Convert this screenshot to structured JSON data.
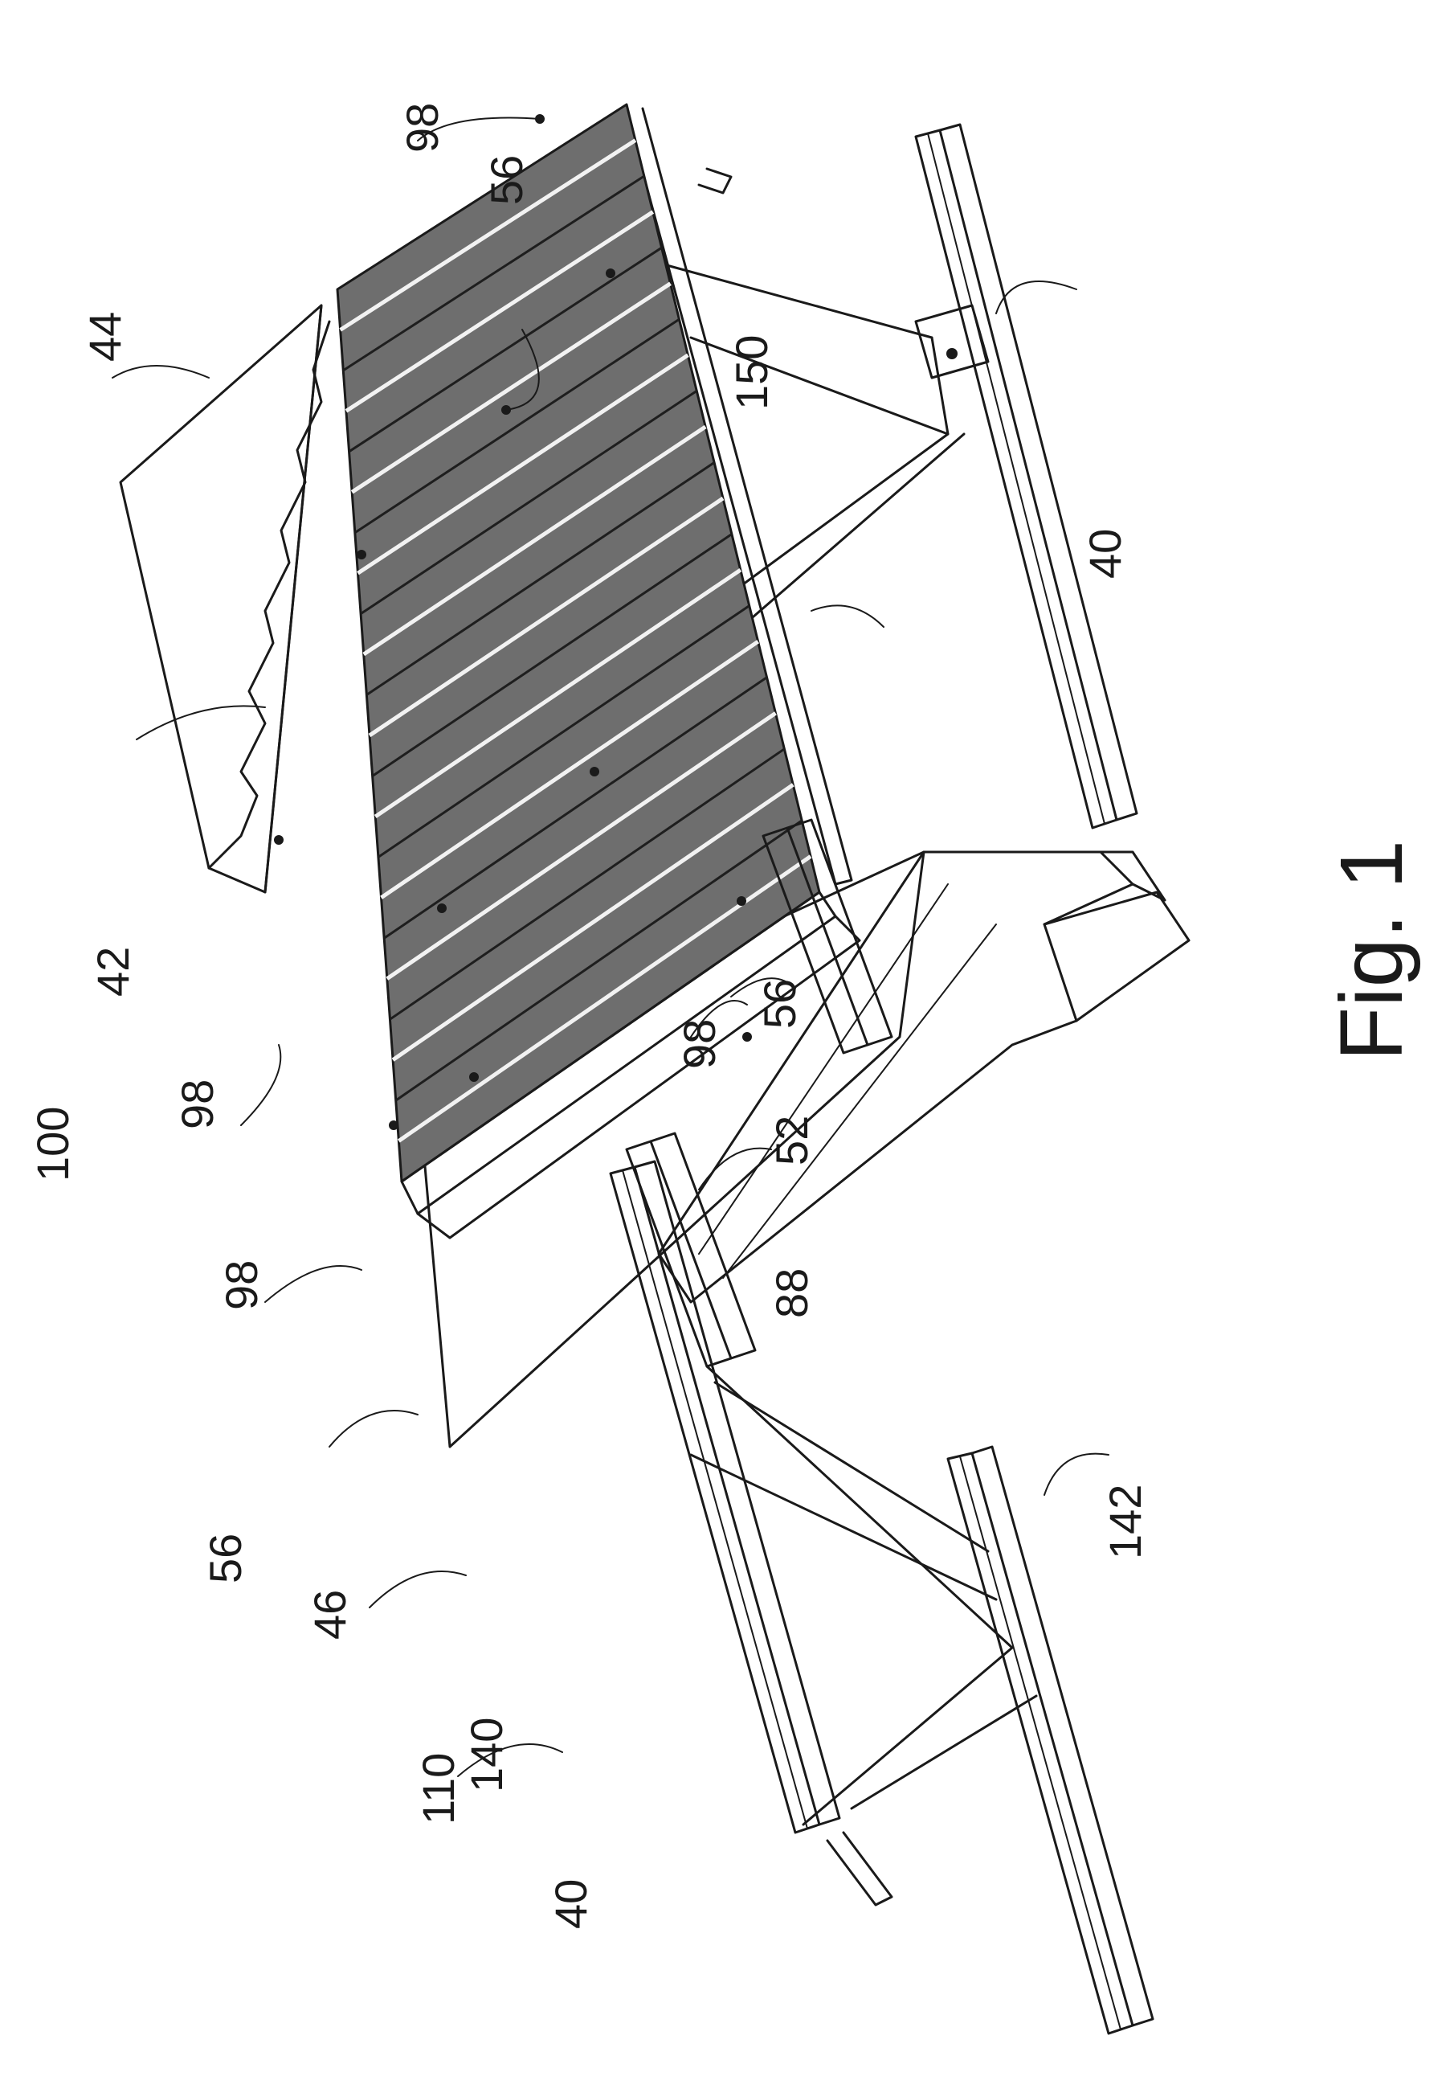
{
  "figure_caption": "Fig. 1",
  "reference_numerals": {
    "assembly": "100",
    "deck_panel": "42",
    "end_panel": "44",
    "side_plate": "46",
    "joist_left": "40",
    "joist_right": "40",
    "top_chord_left": "140",
    "top_chord_right": "150",
    "bottom_chord": "142",
    "hanger": "110",
    "clip": "52",
    "bracket": "88",
    "stud_top": "56",
    "stud_left": "56",
    "stud_mid": "56",
    "fastener_a": "98",
    "fastener_b": "98",
    "fastener_c": "98",
    "fastener_d": "98"
  },
  "colors": {
    "line": "#1a1a1a",
    "deck_fill": "#6e6e6e",
    "background": "#ffffff"
  }
}
